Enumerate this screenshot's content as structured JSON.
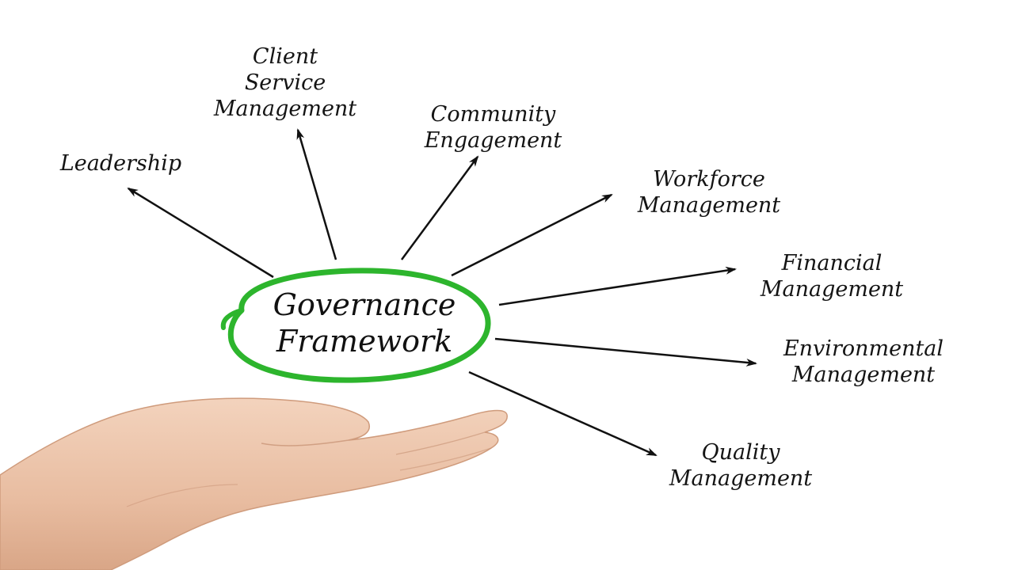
{
  "center": {
    "line1": "Governance",
    "line2": "Framework"
  },
  "branches": [
    {
      "lines": [
        "Leadership"
      ]
    },
    {
      "lines": [
        "Client",
        "Service",
        "Management"
      ]
    },
    {
      "lines": [
        "Community",
        "Engagement"
      ]
    },
    {
      "lines": [
        "Workforce",
        "Management"
      ]
    },
    {
      "lines": [
        "Financial",
        "Management"
      ]
    },
    {
      "lines": [
        "Environmental",
        "Management"
      ]
    },
    {
      "lines": [
        "Quality",
        "Management"
      ]
    }
  ],
  "colors": {
    "ellipse": "#2db52d",
    "arrow": "#111111",
    "text": "#141414"
  }
}
